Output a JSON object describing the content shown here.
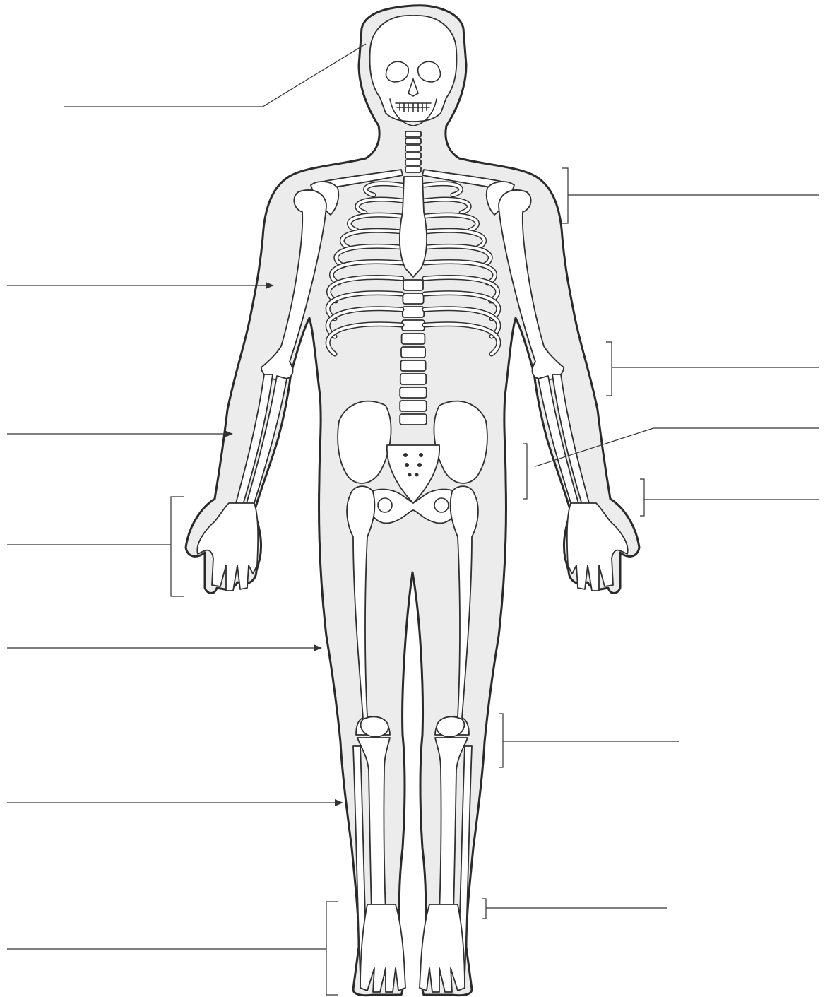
{
  "diagram": {
    "colors": {
      "skin": "#ececec",
      "bone": "#ffffff",
      "outline": "#2a2a2a",
      "leader_line": "#333333",
      "background": "#ffffff"
    },
    "label_blanks": [
      {
        "id": "skull",
        "side": "left",
        "marker": "line",
        "text": ""
      },
      {
        "id": "humerus",
        "side": "left",
        "marker": "arrow",
        "text": ""
      },
      {
        "id": "forearm",
        "side": "left",
        "marker": "arrow",
        "text": ""
      },
      {
        "id": "hand",
        "side": "left",
        "marker": "bracket",
        "text": ""
      },
      {
        "id": "femur",
        "side": "left",
        "marker": "arrow",
        "text": ""
      },
      {
        "id": "leg",
        "side": "left",
        "marker": "arrow",
        "text": ""
      },
      {
        "id": "foot",
        "side": "left",
        "marker": "bracket",
        "text": ""
      },
      {
        "id": "shoulder-girdle",
        "side": "right",
        "marker": "bracket",
        "text": ""
      },
      {
        "id": "rib-cage",
        "side": "right",
        "marker": "bracket",
        "text": ""
      },
      {
        "id": "radius-ulna",
        "side": "right",
        "marker": "line",
        "text": ""
      },
      {
        "id": "pelvic-girdle",
        "side": "right",
        "marker": "bracket",
        "text": ""
      },
      {
        "id": "wrist",
        "side": "right",
        "marker": "bracket",
        "text": ""
      },
      {
        "id": "knee",
        "side": "right",
        "marker": "bracket",
        "text": ""
      },
      {
        "id": "ankle",
        "side": "right",
        "marker": "bracket",
        "text": ""
      }
    ]
  }
}
